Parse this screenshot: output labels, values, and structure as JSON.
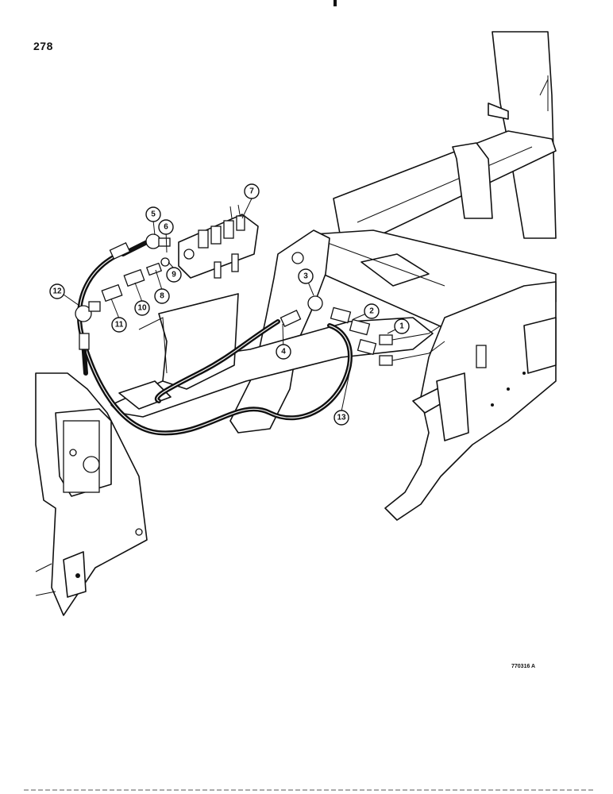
{
  "page_number": "278",
  "drawing_code": "770316 A",
  "callouts": [
    "1",
    "2",
    "3",
    "4",
    "5",
    "6",
    "7",
    "8",
    "9",
    "10",
    "11",
    "12",
    "13"
  ]
}
